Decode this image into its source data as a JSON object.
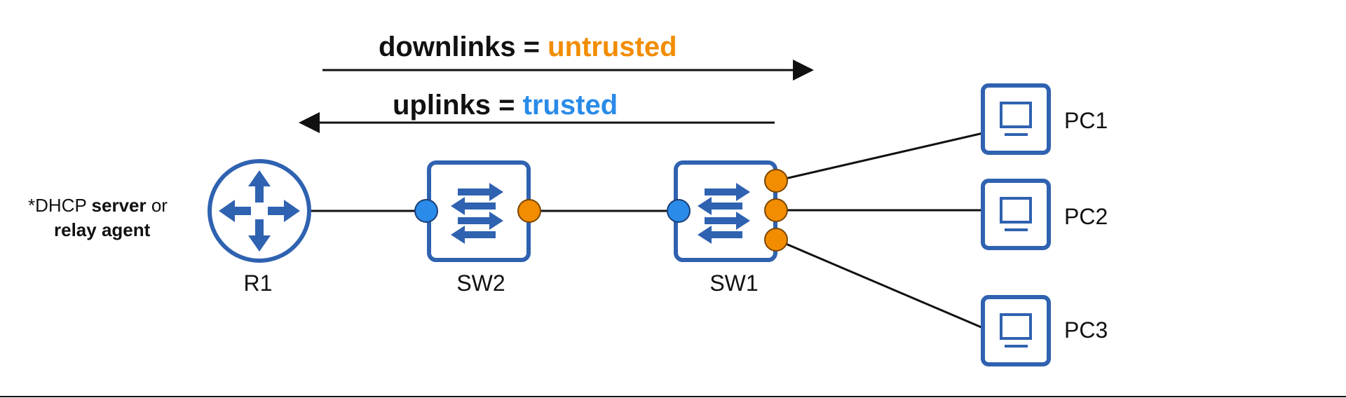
{
  "arrows": {
    "downlinks": {
      "prefix": "downlinks = ",
      "value": "untrusted",
      "color": "#f28c00"
    },
    "uplinks": {
      "prefix": "uplinks = ",
      "value": "trusted",
      "color": "#2a8be8"
    }
  },
  "note": {
    "line1_prefix": "*DHCP ",
    "line1_bold": "server",
    "line1_suffix": " or",
    "line2_bold": "relay agent"
  },
  "devices": {
    "r1": "R1",
    "sw2": "SW2",
    "sw1": "SW1",
    "pc1": "PC1",
    "pc2": "PC2",
    "pc3": "PC3"
  },
  "colors": {
    "device": "#2f62b0",
    "trusted_port": "#2a8be8",
    "untrusted_port": "#f28c00",
    "line": "#111111"
  },
  "icons": {
    "router": "router-icon",
    "switch": "switch-icon",
    "pc": "pc-icon"
  }
}
